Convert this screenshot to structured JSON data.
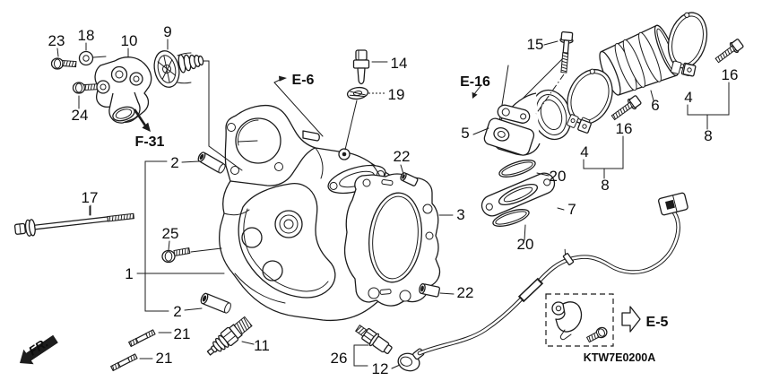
{
  "diagram": {
    "code": "KTW7E0200A",
    "fr_label": "FR.",
    "colors": {
      "line": "#1c1c1c",
      "background": "#ffffff"
    },
    "refs": {
      "e6": "E-6",
      "e16": "E-16",
      "e5": "E-5",
      "f31": "F-31"
    },
    "parts": {
      "p1": "1",
      "p2a": "2",
      "p2b": "2",
      "p3": "3",
      "p4a": "4",
      "p4b": "4",
      "p5": "5",
      "p6": "6",
      "p7": "7",
      "p8a": "8",
      "p8b": "8",
      "p9": "9",
      "p10": "10",
      "p11": "11",
      "p12": "12",
      "p14": "14",
      "p15": "15",
      "p16a": "16",
      "p16b": "16",
      "p17": "17",
      "p18": "18",
      "p19": "19",
      "p20a": "20",
      "p20b": "20",
      "p21a": "21",
      "p21b": "21",
      "p22a": "22",
      "p22b": "22",
      "p23": "23",
      "p24": "24",
      "p25": "25",
      "p26": "26"
    }
  }
}
